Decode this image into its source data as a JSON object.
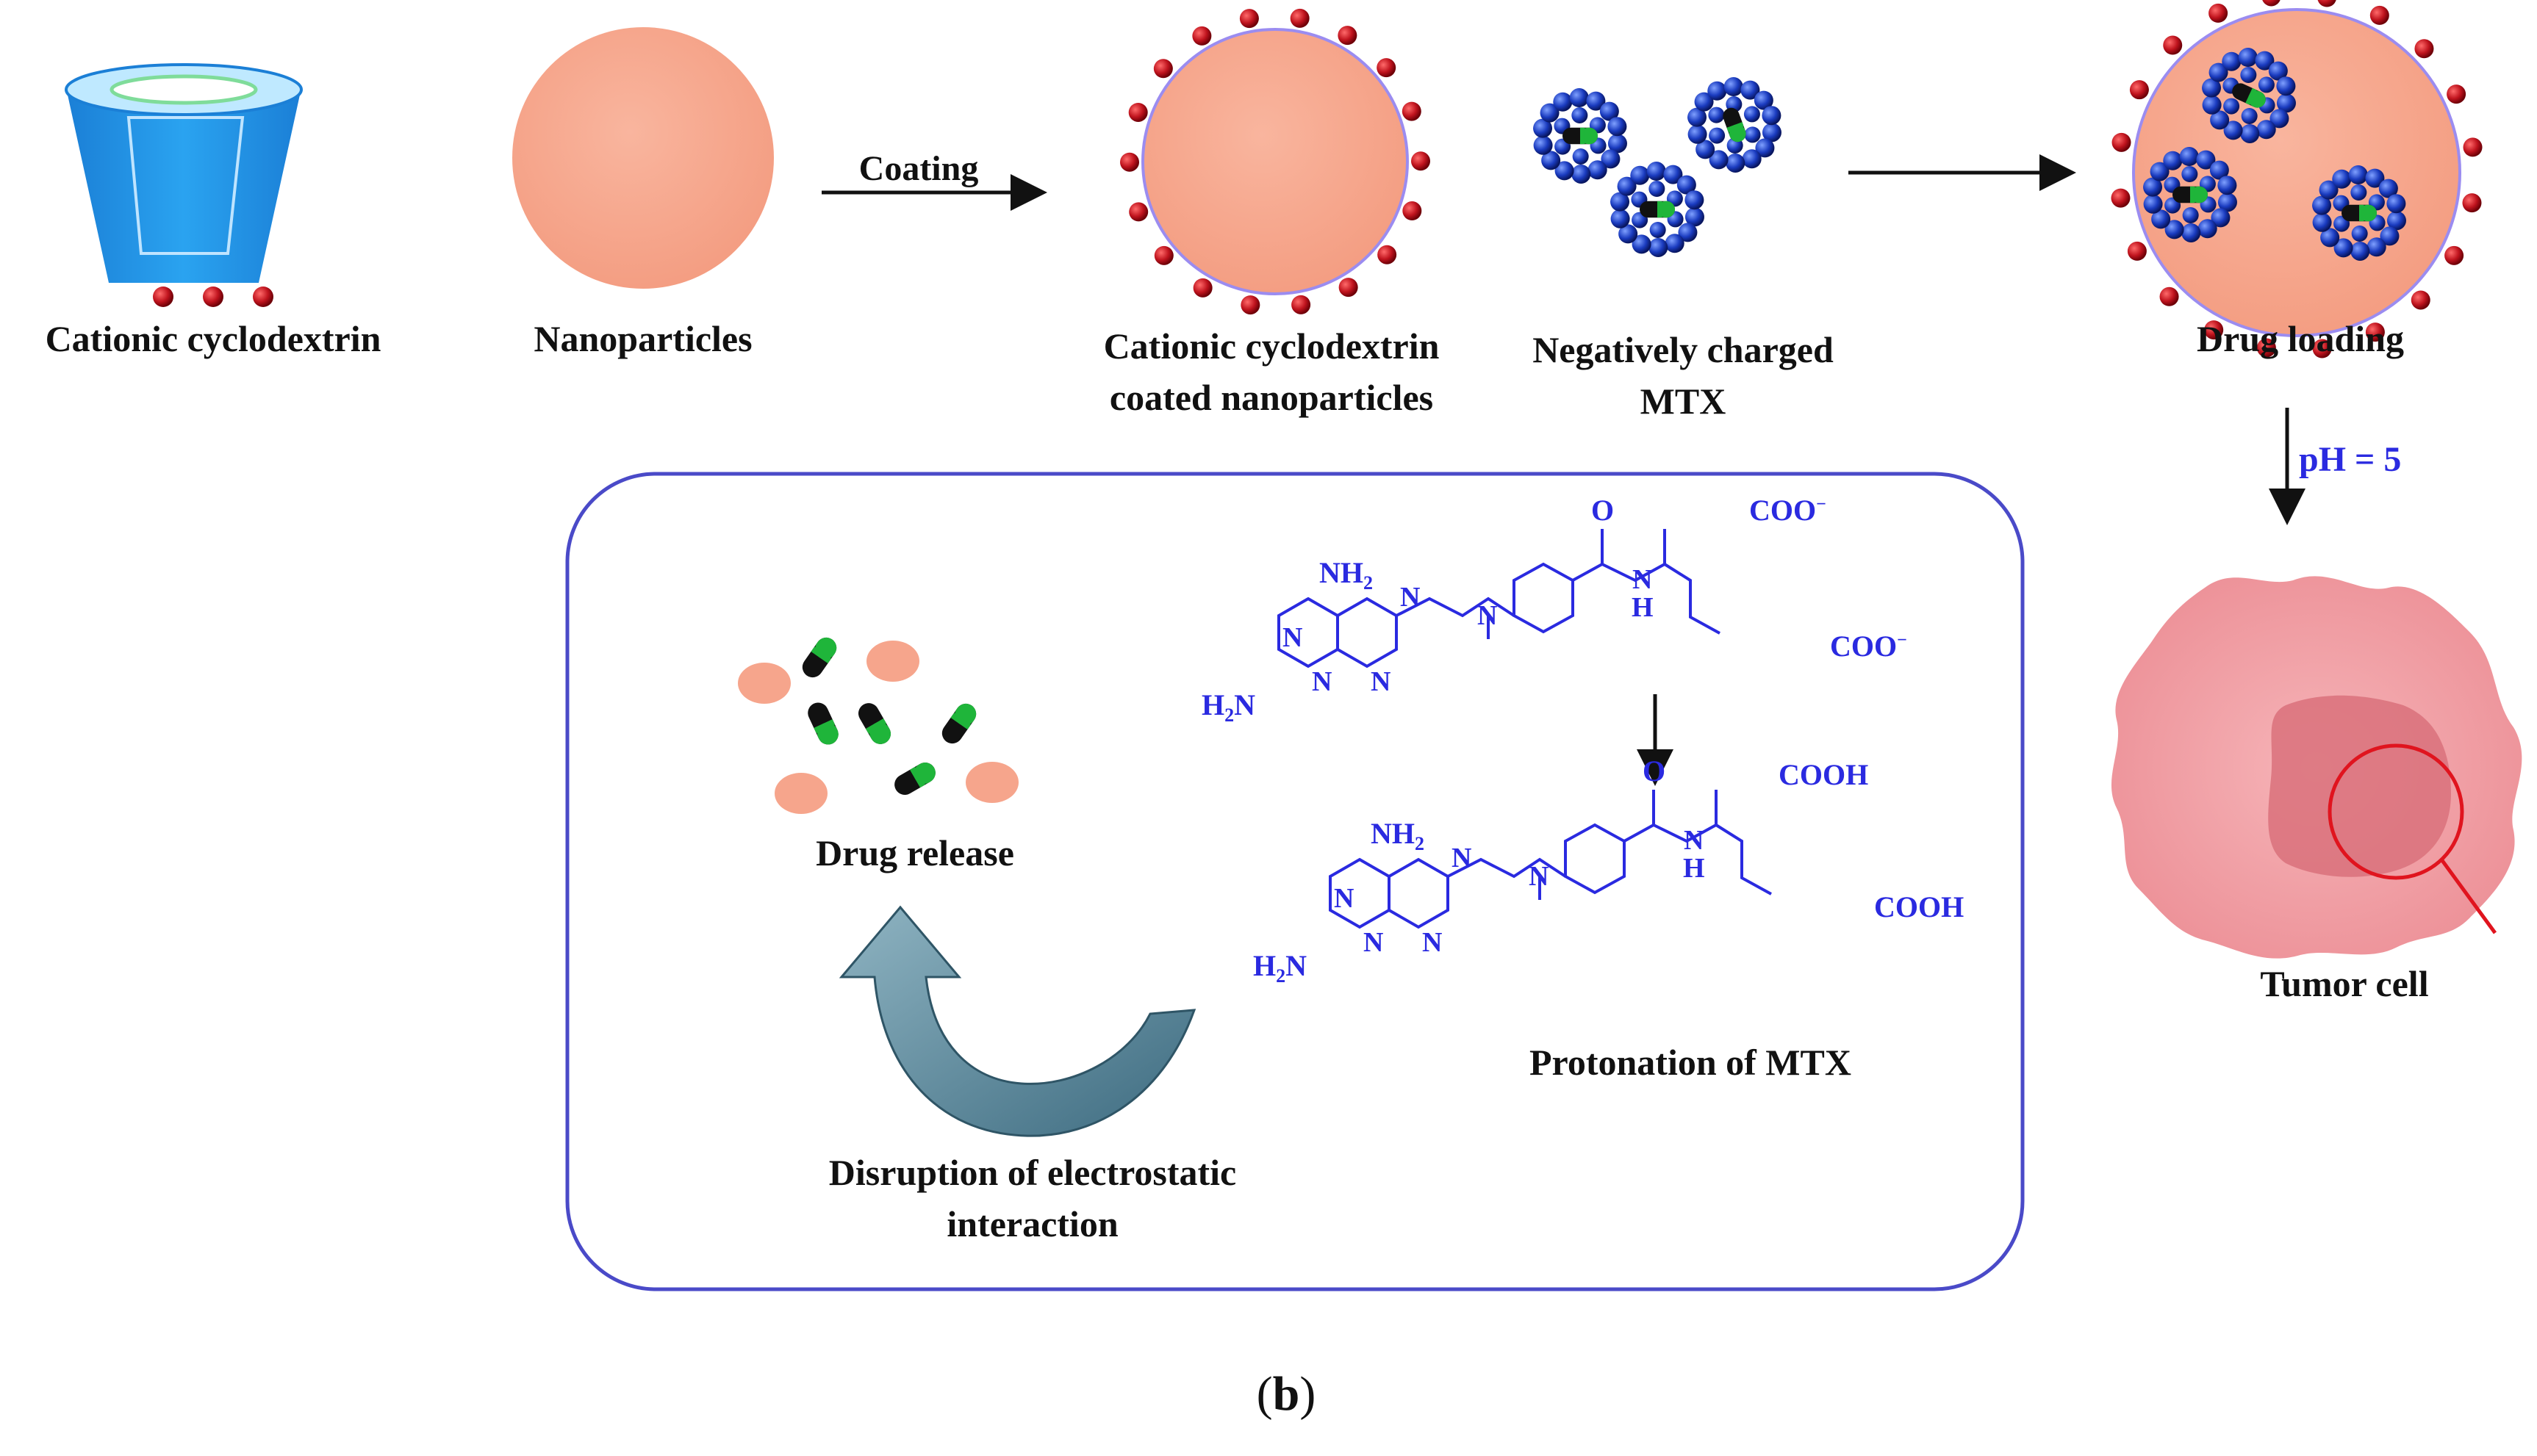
{
  "labels": {
    "cationic_cyclodextrin": "Cationic cyclodextrin",
    "nanoparticles": "Nanoparticles",
    "coating": "Coating",
    "coated_line1": "Cationic cyclodextrin",
    "coated_line2": "coated nanoparticles",
    "mtx_line1": "Negatively charged",
    "mtx_line2": "MTX",
    "drug_loading": "Drug loading",
    "ph": "pH = 5",
    "tumor_cell": "Tumor cell",
    "drug_release": "Drug release",
    "protonation": "Protonation of MTX",
    "disruption_line1": "Disruption of electrostatic",
    "disruption_line2": "interaction"
  },
  "chem": {
    "nh2": "NH",
    "nh2_sub": "2",
    "h2n": "H",
    "h2n_sub": "2",
    "h2n_tail": "N",
    "n": "N",
    "o": "O",
    "h": "H",
    "coo_minus": "COO",
    "minus": "−",
    "cooh": "COOH"
  },
  "caption": {
    "open": "(",
    "letter": "b",
    "close": ")"
  },
  "colors": {
    "cyclodextrin_blue": "#1e90e0",
    "nanoparticle_fill": "#f6a58c",
    "cation_red": "#c0141e",
    "mtx_blue": "#1a3bbf",
    "chem_blue": "#2a2ae0",
    "panel_border": "#4a4ac8",
    "tumor_pink": "#f0a3a8",
    "arrow_teal": "#4e7f94"
  }
}
